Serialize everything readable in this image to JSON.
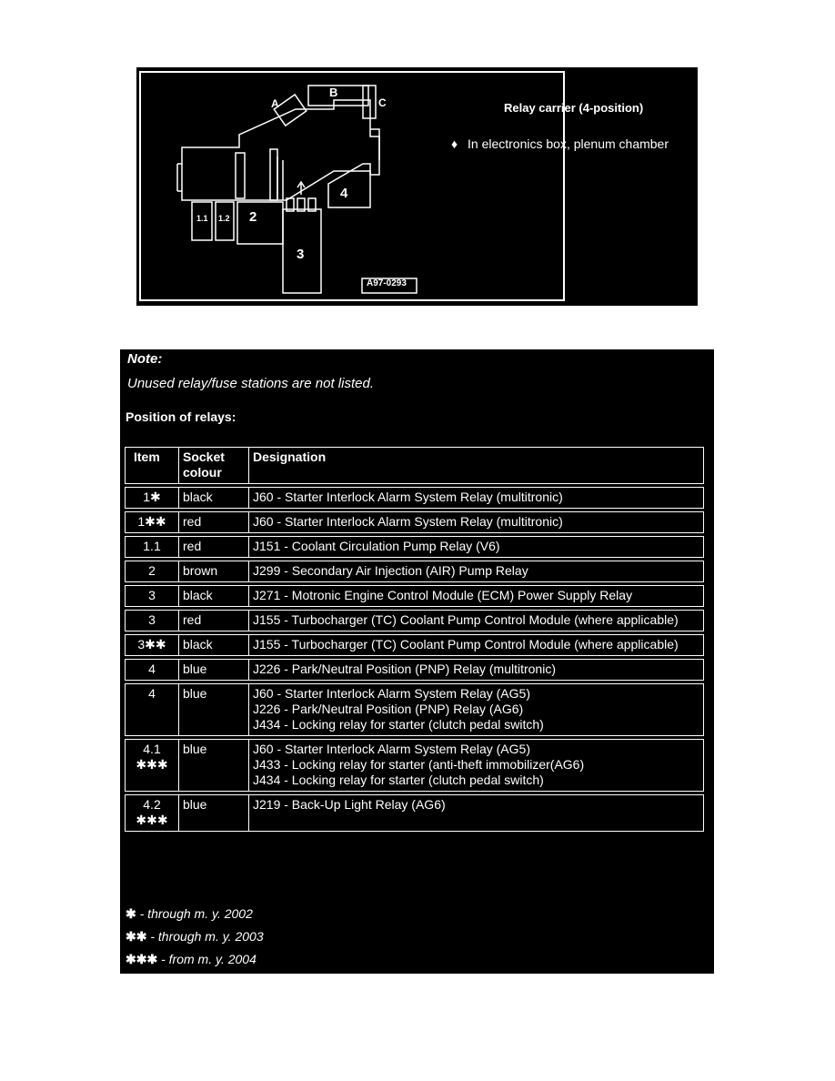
{
  "figure": {
    "labels": {
      "a": "A",
      "b": "B",
      "c": "C",
      "p11": "1.1",
      "p12": "1.2",
      "p2": "2",
      "p3": "3",
      "p4": "4",
      "code": "A97-0293"
    },
    "title": "Relay carrier (4-position)",
    "bullet": "♦",
    "note": "In electronics box, plenum chamber"
  },
  "note": {
    "title": "Note:",
    "text": "Unused relay/fuse stations are not listed.",
    "heading": "Position of relays:"
  },
  "table": {
    "headers": {
      "item": "Item",
      "socket": "Socket colour",
      "designation": "Designation"
    },
    "rows": [
      {
        "item": "1✱",
        "socket": "black",
        "lines": [
          "J60 - Starter Interlock Alarm System Relay (multitronic)"
        ]
      },
      {
        "item": "1✱✱",
        "socket": "red",
        "lines": [
          "J60 - Starter Interlock Alarm System Relay (multitronic)"
        ]
      },
      {
        "item": "1.1",
        "socket": "red",
        "lines": [
          "J151 - Coolant Circulation Pump Relay (V6)"
        ]
      },
      {
        "item": "2",
        "socket": "brown",
        "lines": [
          "J299 - Secondary Air Injection (AIR) Pump Relay"
        ]
      },
      {
        "item": "3",
        "socket": "black",
        "lines": [
          "J271 - Motronic Engine Control Module (ECM) Power Supply Relay"
        ]
      },
      {
        "item": "3",
        "socket": "red",
        "lines": [
          "J155 - Turbocharger (TC) Coolant Pump Control Module (where applicable)"
        ]
      },
      {
        "item": "3✱✱",
        "socket": "black",
        "lines": [
          "J155 - Turbocharger (TC) Coolant Pump Control Module (where applicable)"
        ]
      },
      {
        "item": "4",
        "socket": "blue",
        "lines": [
          "J226 - Park/Neutral Position (PNP) Relay (multitronic)"
        ]
      },
      {
        "item": "4",
        "socket": "blue",
        "lines": [
          "J60 - Starter Interlock Alarm System Relay (AG5)",
          "J226 - Park/Neutral Position (PNP) Relay (AG6)",
          "J434 - Locking relay for starter (clutch pedal switch)"
        ]
      },
      {
        "item": "4.1",
        "item_stars": "✱✱✱",
        "socket": "blue",
        "lines": [
          "J60 - Starter Interlock Alarm System Relay (AG5)",
          "J433 - Locking relay for starter (anti-theft immobilizer(AG6)",
          "J434 - Locking relay for starter (clutch pedal switch)"
        ]
      },
      {
        "item": "4.2",
        "item_stars": "✱✱✱",
        "socket": "blue",
        "lines": [
          "J219 - Back-Up Light Relay (AG6)"
        ]
      }
    ]
  },
  "footnotes": [
    {
      "stars": "✱",
      "text": " - through m. y. 2002"
    },
    {
      "stars": "✱✱",
      "text": " - through m. y. 2003"
    },
    {
      "stars": "✱✱✱",
      "text": " - from m. y. 2004"
    }
  ]
}
